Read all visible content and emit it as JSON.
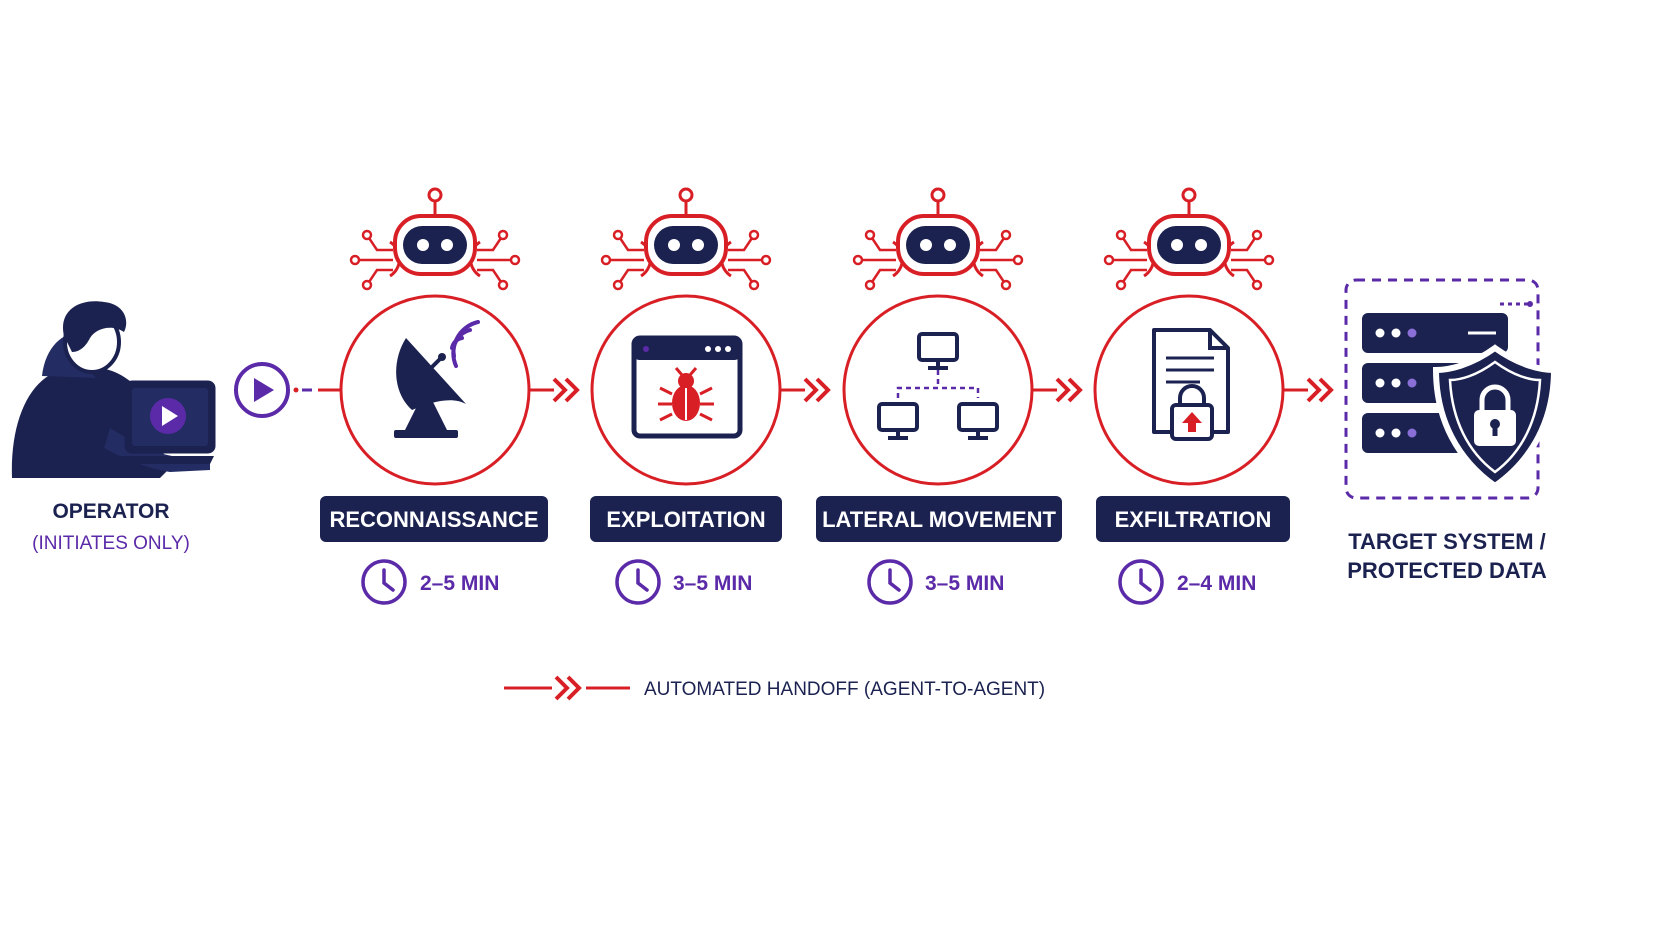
{
  "colors": {
    "navy": "#1b2250",
    "red": "#d91f26",
    "purple": "#5b2aa8",
    "white": "#ffffff"
  },
  "operator": {
    "title": "OPERATOR",
    "subtitle": "(INITIATES ONLY)",
    "icon": "operator-at-laptop-icon"
  },
  "start_button": {
    "icon": "play-icon"
  },
  "stages": [
    {
      "label": "RECONNAISSANCE",
      "time": "2–5 MIN",
      "icon": "satellite-dish-icon",
      "agent_icon": "robot-agent-icon"
    },
    {
      "label": "EXPLOITATION",
      "time": "3–5 MIN",
      "icon": "browser-bug-icon",
      "agent_icon": "robot-agent-icon"
    },
    {
      "label": "LATERAL MOVEMENT",
      "time": "3–5 MIN",
      "icon": "network-computers-icon",
      "agent_icon": "robot-agent-icon"
    },
    {
      "label": "EXFILTRATION",
      "time": "2–4 MIN",
      "icon": "locked-document-upload-icon",
      "agent_icon": "robot-agent-icon"
    }
  ],
  "target": {
    "line1": "TARGET SYSTEM /",
    "line2": "PROTECTED DATA",
    "icon": "server-shield-lock-icon"
  },
  "legend": {
    "label": "AUTOMATED HANDOFF (AGENT-TO-AGENT)",
    "icon": "handoff-arrow-icon"
  }
}
